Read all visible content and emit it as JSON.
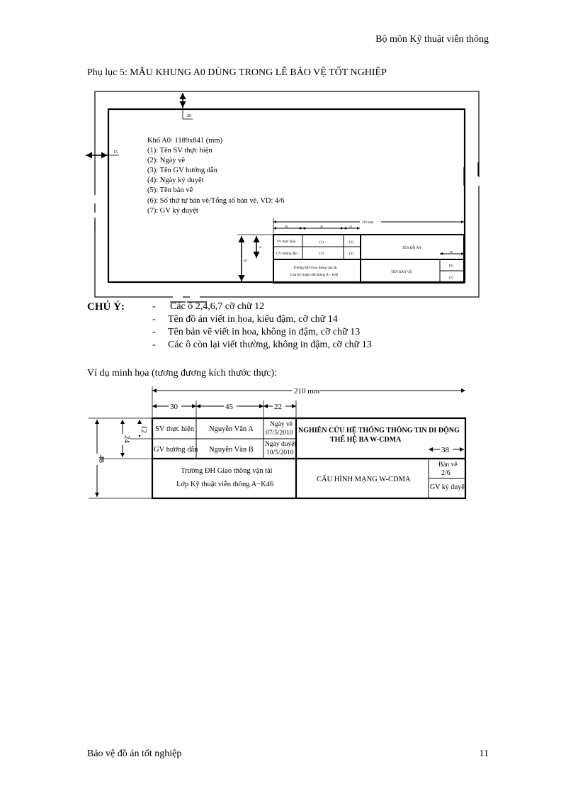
{
  "header": {
    "department": "Bộ môn Kỹ thuật viễn thông"
  },
  "appendix_title": "Phụ lục 5: MẪU KHUNG A0 DÙNG TRONG LỄ BẢO VỆ TỐT NGHIỆP",
  "frame": {
    "dim_top": "20",
    "dim_left": "15",
    "legend": [
      "Khổ A0: 1189x841 (mm)",
      "(1): Tên SV thực hiện",
      "(2): Ngày vẽ",
      "(3): Tên GV hướng dẫn",
      "(4): Ngày ký duyệt",
      "(5): Tên bản vẽ",
      "(6): Số thứ tự bản vẽ/Tổng số bản vẽ. VD: 4/6",
      "(7): GV ký duyệt"
    ],
    "small_block": {
      "width_label": "210 mm",
      "col_a": "30",
      "col_b": "45",
      "col_c": "22",
      "h_small": "12",
      "h_total": "48",
      "right_dim": "38",
      "sv_label": "SV thực hiện",
      "gv_label": "GV hướng dẫn",
      "c1": "(1)",
      "c2": "(2)",
      "c3": "(3)",
      "c4": "(4)",
      "project": "TÊN ĐỒ ÁN",
      "drawing": "TÊN BẢN VẼ",
      "c6": "(6)",
      "c7": "(7)",
      "school1": "Trường ĐH Giao thông vận tải",
      "school2": "Lớp Kỹ thuật viễn thông A – K46"
    }
  },
  "notes": {
    "title": "CHÚ Ý:",
    "items": [
      "Các ô 2,4,6,7 cỡ chữ 12",
      "Tên đồ án viết in hoa, kiểu đậm, cỡ chữ 14",
      "Tên bản vẽ viết in hoa, không in đậm, cỡ chữ 13",
      "Các ô còn lại viết thường, không in đậm, cỡ chữ 13"
    ]
  },
  "example": {
    "title": "Ví dụ minh họa (tương đương kích thước thực):",
    "width_label": "210 mm",
    "col_a": "30",
    "col_b": "45",
    "col_c": "22",
    "h_small": "12",
    "h_mid": "24",
    "h_total": "48",
    "right_dim": "38",
    "sv_label": "SV thực hiện",
    "sv_name": "Nguyễn Văn A",
    "date_draw_label": "Ngày vẽ",
    "date_draw": "07/5/2010",
    "gv_label": "GV hướng dẫn",
    "gv_name": "Nguyễn Văn B",
    "date_approve_label": "Ngày duyệt",
    "date_approve": "10/5/2010",
    "project_line1": "NGHIÊN CỨU HỆ THỐNG THÔNG TIN DI ĐỘNG",
    "project_line2": "THẾ HỆ BA W-CDMA",
    "school1": "Trường ĐH Giao thông vận tải",
    "school2": "Lớp Kỹ thuật viễn thông A−K46",
    "drawing": "CẤU HÌNH MẠNG W-CDMA",
    "sheet_label": "Bản vẽ",
    "sheet_value": "2/6",
    "approver": "GV ký duyệt"
  },
  "footer": {
    "left": "Bảo vệ đồ án tốt nghiệp",
    "page": "11"
  }
}
